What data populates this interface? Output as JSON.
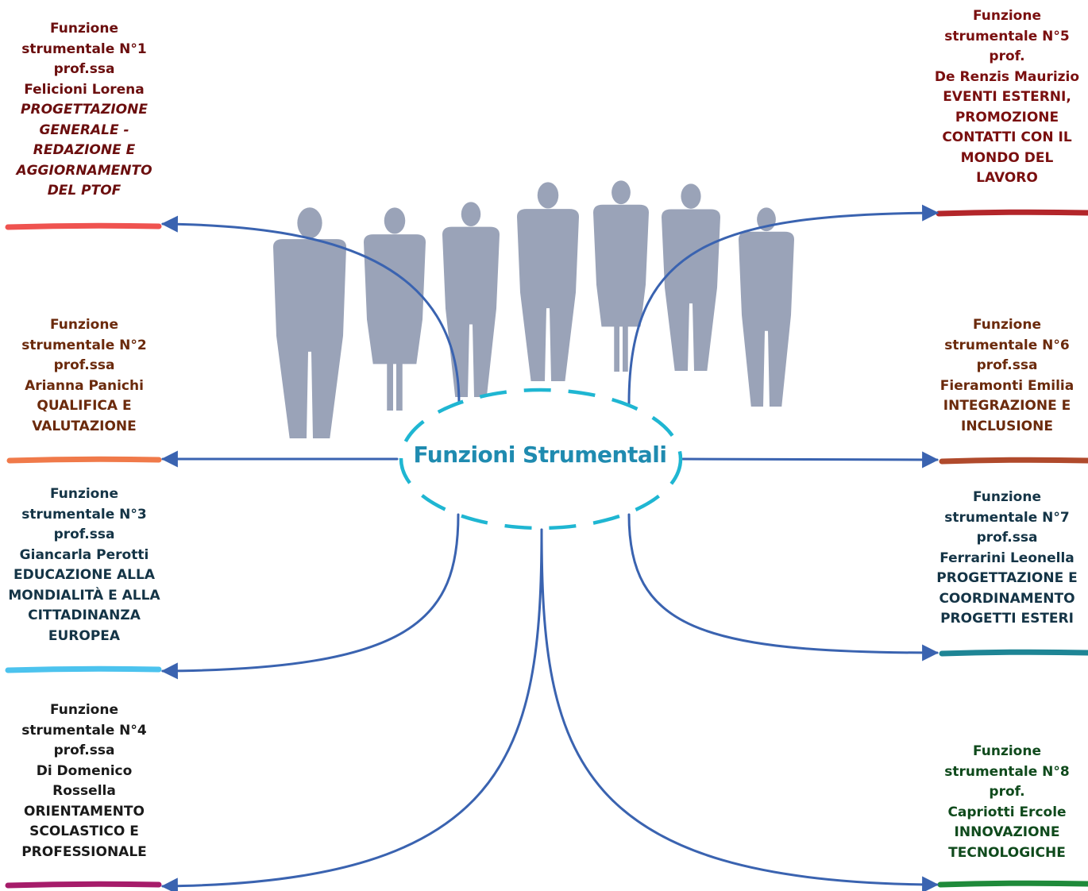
{
  "center": {
    "title": "Funzioni Strumentali"
  },
  "colors": {
    "connector": "#3a63b0",
    "center_outline": "#1fb6d2",
    "silhouette": "#9aa3b8"
  },
  "nodes": [
    {
      "side": "left",
      "header": [
        "Funzione",
        "strumentale N°1"
      ],
      "title": "prof.ssa",
      "person": "Felicioni Lorena",
      "role": [
        "PROGETTAZIONE",
        "GENERALE -",
        "REDAZIONE E",
        "AGGIORNAMENTO",
        "DEL PTOF"
      ],
      "italic": true,
      "text_color": "#6b0e0e",
      "bar_color": "#ef5350"
    },
    {
      "side": "left",
      "header": [
        "Funzione",
        "strumentale N°2"
      ],
      "title": "prof.ssa",
      "person": "Arianna Panichi",
      "role": [
        "QUALIFICA E",
        "VALUTAZIONE"
      ],
      "italic": false,
      "text_color": "#6b2a0c",
      "bar_color": "#f07a4a"
    },
    {
      "side": "left",
      "header": [
        "Funzione",
        "strumentale N°3"
      ],
      "title": "prof.ssa",
      "person": "Giancarla Perotti",
      "role": [
        "EDUCAZIONE ALLA",
        "MONDIALITÀ E ALLA",
        "CITTADINANZA",
        "EUROPEA"
      ],
      "italic": false,
      "text_color": "#143446",
      "bar_color": "#4cc3ee"
    },
    {
      "side": "left",
      "header": [
        "Funzione",
        "strumentale N°4"
      ],
      "title": "prof.ssa",
      "person": "Di Domenico",
      "person2": "Rossella",
      "role": [
        "ORIENTAMENTO",
        "SCOLASTICO E",
        "PROFESSIONALE"
      ],
      "italic": false,
      "text_color": "#1a1a1a",
      "bar_color": "#a61c6a"
    },
    {
      "side": "right",
      "header": [
        "Funzione",
        "strumentale N°5"
      ],
      "title": "prof.",
      "person": "De Renzis Maurizio",
      "role": [
        "EVENTI ESTERNI,",
        "PROMOZIONE",
        "CONTATTI CON IL",
        "MONDO DEL",
        "LAVORO"
      ],
      "italic": false,
      "text_color": "#7a0f0f",
      "bar_color": "#b3262a"
    },
    {
      "side": "right",
      "header": [
        "Funzione",
        "strumentale N°6"
      ],
      "title": "prof.ssa",
      "person": "Fieramonti Emilia",
      "role": [
        "INTEGRAZIONE E",
        "INCLUSIONE"
      ],
      "italic": false,
      "text_color": "#6b2a0c",
      "bar_color": "#b04a2c"
    },
    {
      "side": "right",
      "header": [
        "Funzione",
        "strumentale N°7"
      ],
      "title": "prof.ssa",
      "person": "Ferrarini Leonella",
      "role": [
        "PROGETTAZIONE E",
        "COORDINAMENTO",
        "PROGETTI ESTERI"
      ],
      "italic": false,
      "text_color": "#143446",
      "bar_color": "#1e8595"
    },
    {
      "side": "right",
      "header": [
        "Funzione",
        "strumentale N°8"
      ],
      "title": "prof.",
      "person": "Capriotti Ercole",
      "role": [
        "INNOVAZIONE",
        "TECNOLOGICHE"
      ],
      "italic": false,
      "text_color": "#0f4a1c",
      "bar_color": "#1f8a3a"
    }
  ]
}
